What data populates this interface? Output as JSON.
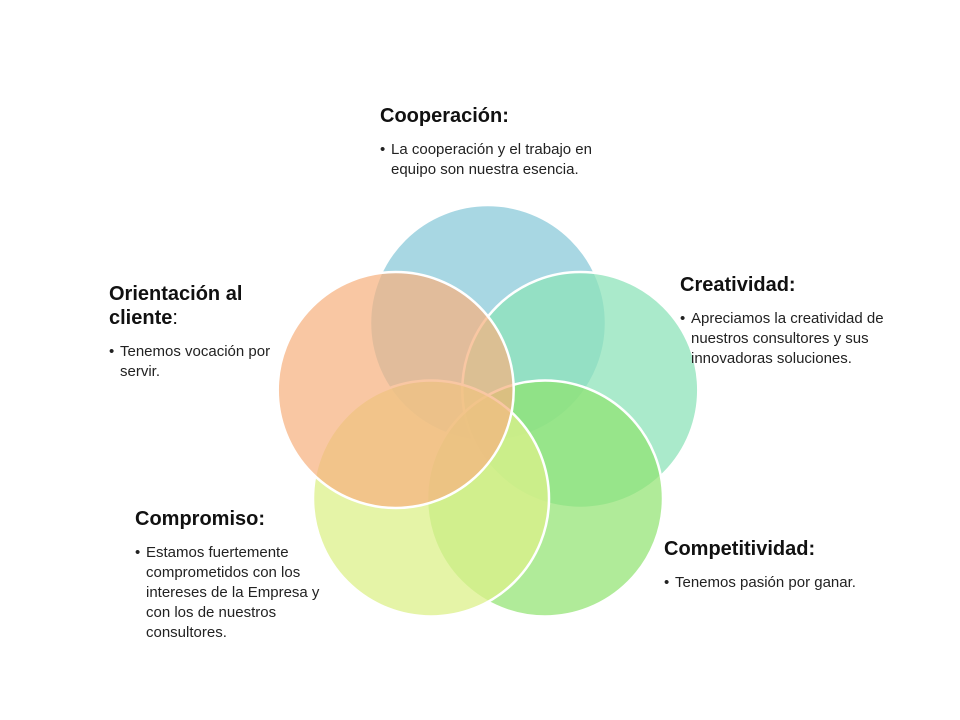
{
  "diagram": {
    "type": "venn-5",
    "circles": [
      {
        "name": "cooperacion",
        "color": "#92cddc",
        "opacity": 0.8
      },
      {
        "name": "creatividad",
        "color": "#8ee3b9",
        "opacity": 0.75
      },
      {
        "name": "competitividad",
        "color": "#8fe36e",
        "opacity": 0.7
      },
      {
        "name": "compromiso",
        "color": "#dcf08a",
        "opacity": 0.75
      },
      {
        "name": "orientacion",
        "color": "#f6b27f",
        "opacity": 0.72
      }
    ],
    "stroke_color": "#ffffff"
  },
  "values": {
    "cooperacion": {
      "title": "Cooperación:",
      "text": "La cooperación y el trabajo en equipo son nuestra esencia."
    },
    "creatividad": {
      "title": "Creatividad:",
      "text": "Apreciamos la creatividad de nuestros consultores y sus innovadoras soluciones."
    },
    "competitividad": {
      "title": "Competitividad:",
      "text": "Tenemos pasión por ganar."
    },
    "compromiso": {
      "title": "Compromiso:",
      "text": "Estamos fuertemente comprometidos con los intereses de la Empresa y con los de nuestros consultores."
    },
    "orientacion": {
      "title": "Orientación al cliente",
      "title_colon": ":",
      "text": "Tenemos vocación por servir."
    }
  }
}
